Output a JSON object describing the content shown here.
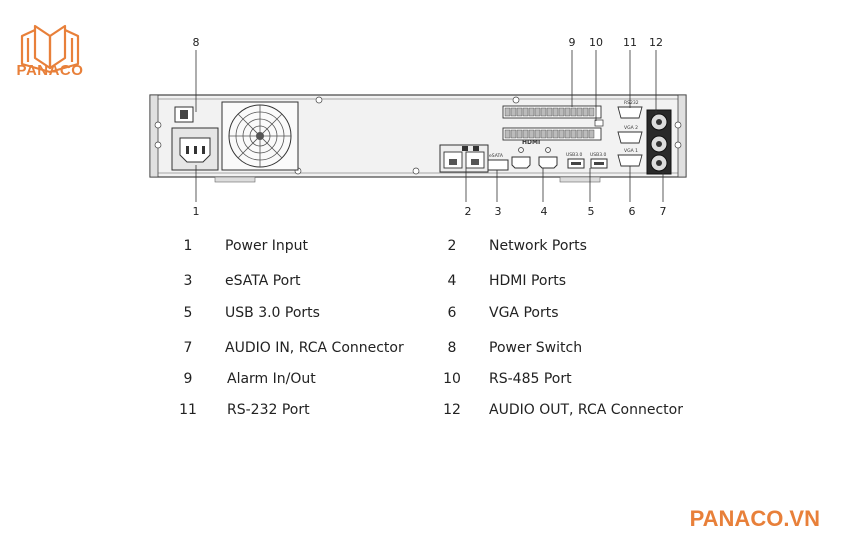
{
  "brand": {
    "logo_text": "PANACO",
    "website": "PANACO.VN",
    "accent_color": "#e8803a"
  },
  "diagram": {
    "top_callouts": [
      "8",
      "9",
      "10",
      "11",
      "12"
    ],
    "bottom_callouts": [
      "1",
      "2",
      "3",
      "4",
      "5",
      "6",
      "7"
    ],
    "panel_labels": {
      "esata": "eSATA",
      "hdmi": "HDMI",
      "usb1": "USB3.0",
      "usb2": "USB3.0",
      "vga1": "VGA 1",
      "vga2": "VGA 2",
      "rs232": "RS232"
    }
  },
  "legend": [
    {
      "num": "1",
      "label": "Power Input"
    },
    {
      "num": "2",
      "label": "Network Ports"
    },
    {
      "num": "3",
      "label": "eSATA Port"
    },
    {
      "num": "4",
      "label": "HDMI Ports"
    },
    {
      "num": "5",
      "label": "USB 3.0 Ports"
    },
    {
      "num": "6",
      "label": "VGA Ports"
    },
    {
      "num": "7",
      "label": "AUDIO IN, RCA Connector"
    },
    {
      "num": "8",
      "label": "Power Switch"
    },
    {
      "num": "9",
      "label": "Alarm In/Out"
    },
    {
      "num": "10",
      "label": "RS-485 Port"
    },
    {
      "num": "11",
      "label": "RS-232 Port"
    },
    {
      "num": "12",
      "label": "AUDIO OUT, RCA Connector"
    }
  ]
}
